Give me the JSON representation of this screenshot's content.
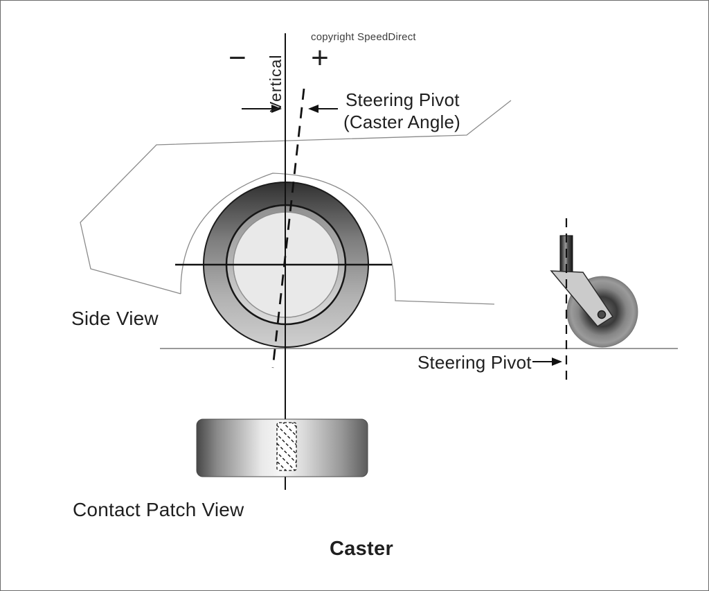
{
  "copyright": "copyright SpeedDirect",
  "title": "Caster",
  "colors": {
    "background": "#ffffff",
    "ink": "#1a1a1a",
    "thin_outline": "#8a8a8a",
    "ground_line": "#999999",
    "tire_dark": "#3a3a3a",
    "tire_light": "#cccccc",
    "hub_fill": "#e9e9e9"
  },
  "side_view": {
    "label": "Side View",
    "vertical_axis_label": "Vertical",
    "negative_symbol": "−",
    "positive_symbol": "+",
    "steering_pivot_label_line1": "Steering Pivot",
    "steering_pivot_label_line2": "(Caster Angle)"
  },
  "caster_wheel_view": {
    "steering_pivot_label": "Steering Pivot"
  },
  "contact_patch_view": {
    "label": "Contact Patch View"
  }
}
